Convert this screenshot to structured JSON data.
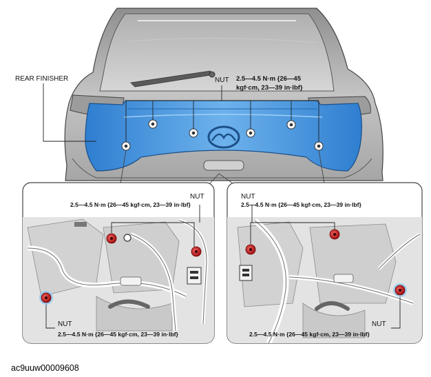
{
  "labels": {
    "rear_finisher": "REAR FINISHER",
    "top_nut": "NUT",
    "top_torque_line1": "2.5—4.5 N·m {26—45",
    "top_torque_line2": "kgf·cm, 23—39 in·lbf}",
    "left_nut_top": "NUT",
    "left_torque_top": "2.5—4.5 N·m {26—45 kgf·cm, 23—39 in·lbf}",
    "left_nut_bottom": "NUT",
    "left_torque_bottom": "2.5—4.5 N·m {26—45 kgf·cm, 23—39 in·lbf}",
    "right_nut_top": "NUT",
    "right_torque_top": "2.5—4.5 N·m {26—45 kgf·cm, 23—39 in·lbf}",
    "right_nut_bottom": "NUT",
    "right_torque_bottom": "2.5—4.5 N·m {26—45 kgf·cm, 23—39 in·lbf}"
  },
  "figure_id": "ac9uuw00009608",
  "colors": {
    "finisher_blue": "#3f8fd8",
    "nut_red": "#c81e1e",
    "body_gray": "#b9b9b9"
  }
}
